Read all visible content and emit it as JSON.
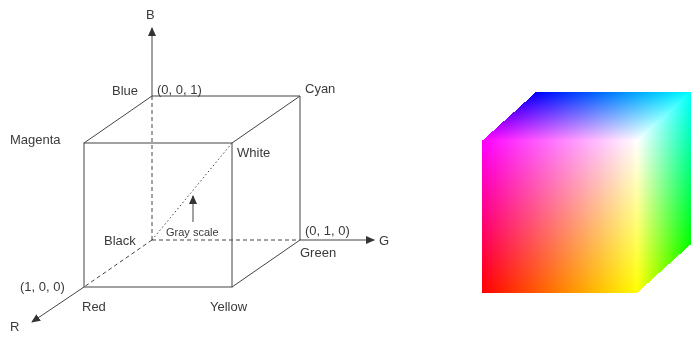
{
  "diagram": {
    "labels": [
      "B",
      "Blue",
      "(0, 0, 1)",
      "Cyan",
      "Magenta",
      "White",
      "Black",
      "Gray scale",
      "(0, 1, 0)",
      "G",
      "Green",
      "(1, 0, 0)",
      "Red",
      "Yellow",
      "R"
    ]
  }
}
